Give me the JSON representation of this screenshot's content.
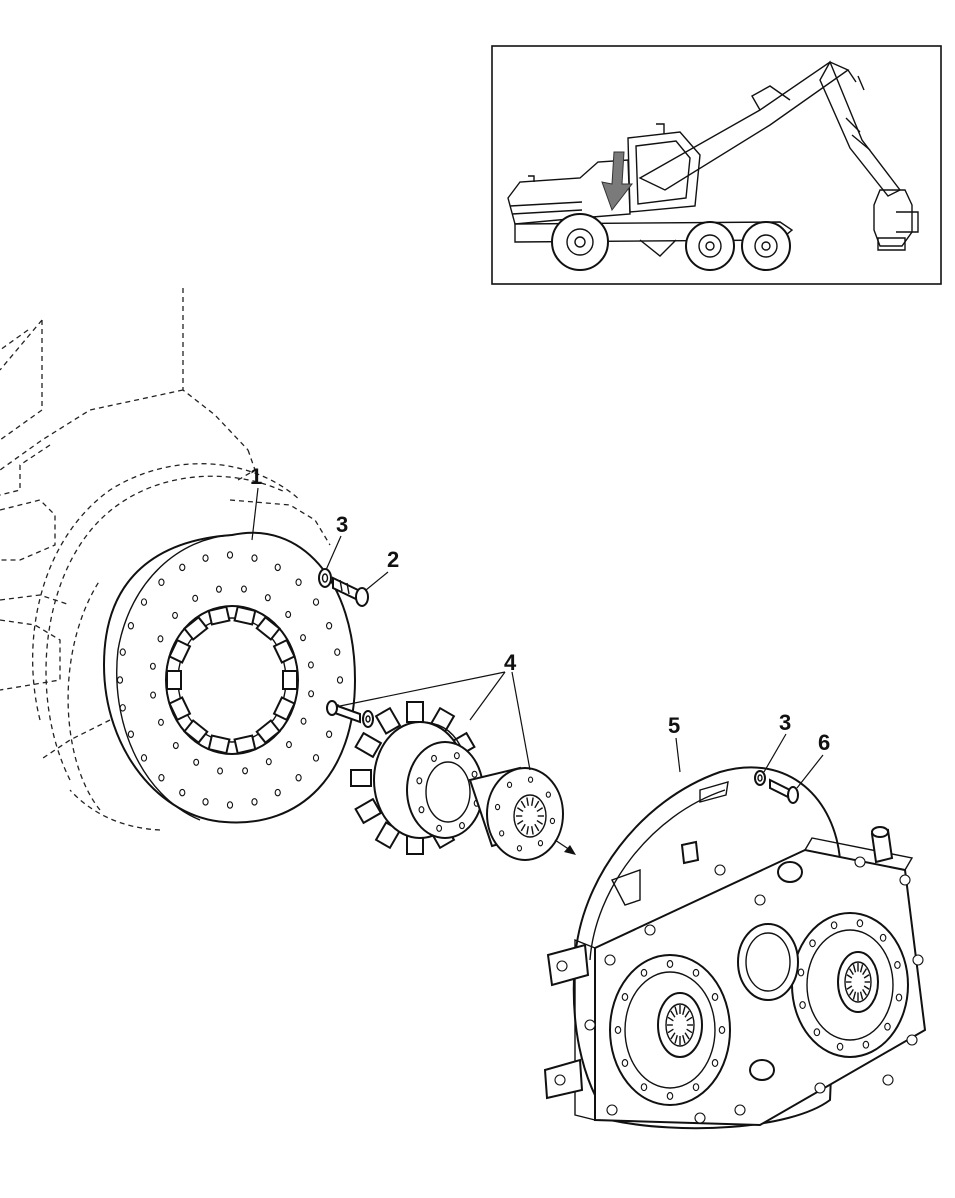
{
  "callouts": {
    "c1": "1",
    "c2": "2",
    "c3a": "3",
    "c4": "4",
    "c5": "5",
    "c3b": "3",
    "c6": "6"
  }
}
